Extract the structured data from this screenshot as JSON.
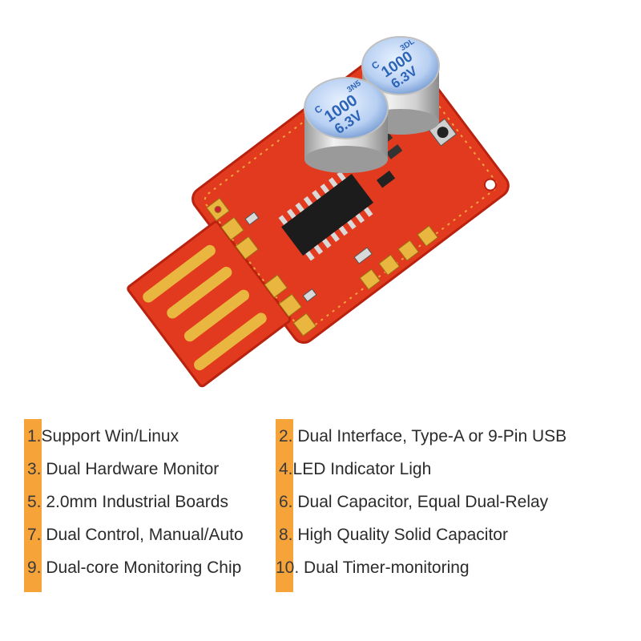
{
  "colors": {
    "pcb": "#e23a1e",
    "pcb_dark": "#b8220f",
    "gold": "#e9b640",
    "accent_bar": "#f6a33a",
    "text": "#2b2b2b"
  },
  "photo": {
    "capacitor_1_lines": [
      "C",
      "1000",
      "6.3V",
      "3DL"
    ],
    "capacitor_2_lines": [
      "C",
      "1000",
      "6.3V",
      "3N5"
    ]
  },
  "features": [
    {
      "num": "1.",
      "text": "Support Win/Linux"
    },
    {
      "num": "2.",
      "text": "Dual Interface, Type-A or 9-Pin USB"
    },
    {
      "num": "3.",
      "text": "Dual Hardware Monitor"
    },
    {
      "num": "4.",
      "text": "LED Indicator Ligh"
    },
    {
      "num": "5.",
      "text": "2.0mm Industrial Boards"
    },
    {
      "num": "6.",
      "text": "Dual Capacitor, Equal Dual-Relay"
    },
    {
      "num": "7.",
      "text": "Dual Control, Manual/Auto"
    },
    {
      "num": "8.",
      "text": "High Quality Solid Capacitor"
    },
    {
      "num": "9.",
      "text": "Dual-core Monitoring Chip"
    },
    {
      "num": "10.",
      "text": "Dual Timer-monitoring"
    }
  ]
}
